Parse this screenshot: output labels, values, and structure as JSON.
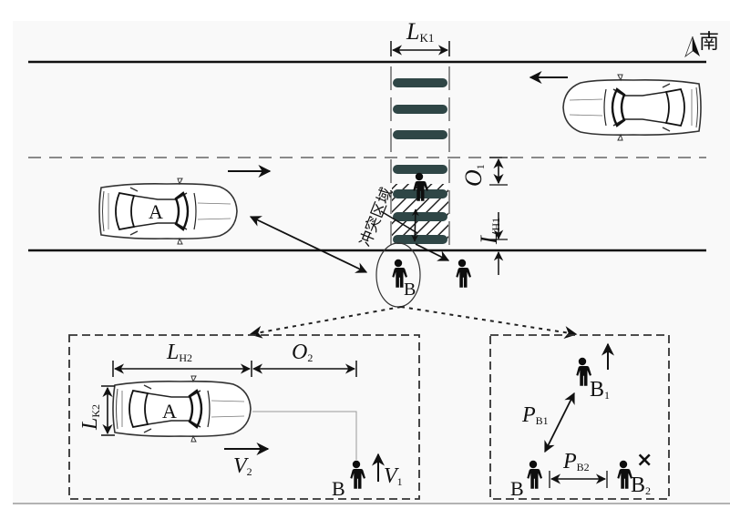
{
  "figure": {
    "colors": {
      "background": "#f9f9f9",
      "road_line": "#111111",
      "stripe": "#2f4646",
      "pedestrian": "#0d0d0d",
      "frame_bottom": "#9a9a9a"
    },
    "compass": {
      "label": "南",
      "icon": "north-arrow-icon"
    },
    "crossing_width": {
      "main": "L",
      "sub": "K1"
    },
    "offset_o1": {
      "main": "O",
      "sub": "1"
    },
    "length_h1": {
      "main": "L",
      "sub": "H1"
    },
    "conflict_zone": "冲突区域",
    "car_a": "A",
    "pedestrian_b": "B",
    "inset_left": {
      "car": "A",
      "length_h2": {
        "main": "L",
        "sub": "H2"
      },
      "offset_o2": {
        "main": "O",
        "sub": "2"
      },
      "width_k2": {
        "main": "L",
        "sub": "K2"
      },
      "v2": {
        "main": "V",
        "sub": "2"
      },
      "v1": {
        "main": "V",
        "sub": "1"
      },
      "pedestrian": "B"
    },
    "inset_right": {
      "b1": {
        "main": "B",
        "sub": "1"
      },
      "b2": {
        "main": "B",
        "sub": "2"
      },
      "b": "B",
      "pb1": {
        "main": "P",
        "sub": "B1"
      },
      "pb2": {
        "main": "P",
        "sub": "B2"
      },
      "cross_mark": "×"
    }
  }
}
